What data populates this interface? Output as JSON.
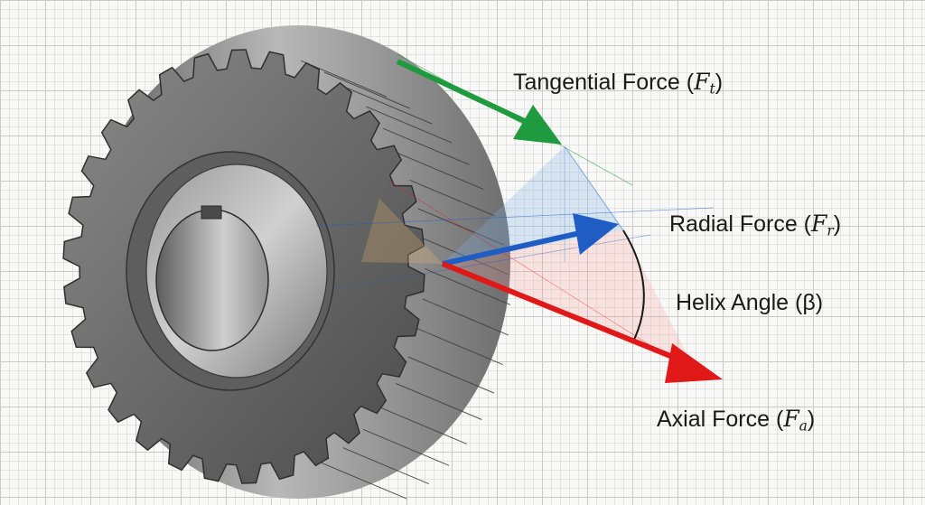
{
  "labels": {
    "tangential": {
      "text": "Tangential Force (",
      "symbol": "F",
      "sub": "t",
      "close": ")",
      "color": "#1f9a3e"
    },
    "radial": {
      "text": "Radial Force (",
      "symbol": "F",
      "sub": "r",
      "close": ")",
      "color": "#1f5cc4"
    },
    "helix": {
      "text": "Helix Angle (β)"
    },
    "axial": {
      "text": "Axial Force (",
      "symbol": "F",
      "sub": "a",
      "close": ")",
      "color": "#e01818"
    }
  }
}
